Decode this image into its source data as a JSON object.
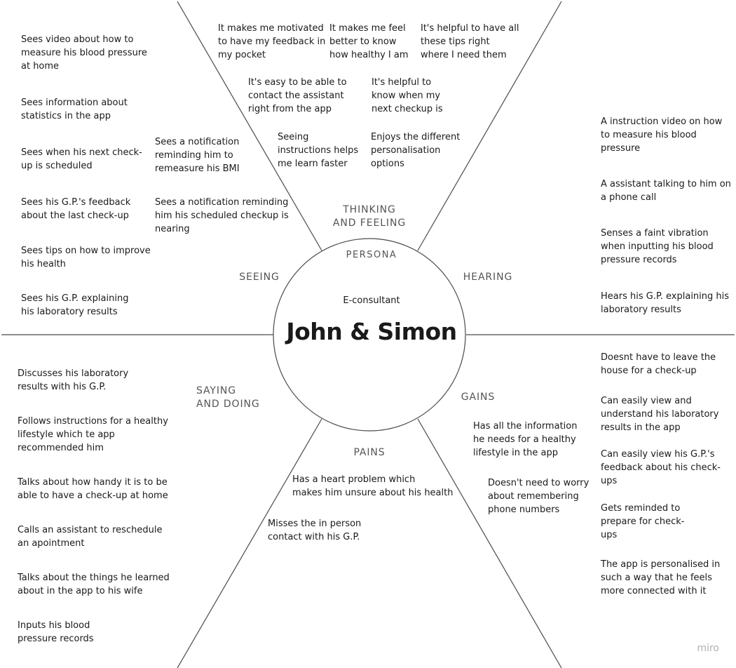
{
  "persona": {
    "label": "PERSONA",
    "role": "E-consultant",
    "name": "John & Simon"
  },
  "sections": {
    "thinking_feeling": "THINKING\nAND FEELING",
    "seeing": "SEEING",
    "hearing": "HEARING",
    "saying_doing": "SAYING\nAND DOING",
    "gains": "GAINS",
    "pains": "PAINS"
  },
  "notes": {
    "seeing": [
      "Sees video about how to\nmeasure his blood pressure\nat home",
      "Sees information about\nstatistics in the app",
      "Sees when his next check-\nup is scheduled",
      "Sees his G.P.'s feedback\nabout the last check-up",
      "Sees tips on how to improve\nhis health",
      "Sees his G.P. explaining\nhis laboratory results",
      "Sees a notification\nreminding him to\nremeasure his BMI",
      "Sees a notification reminding\nhim his scheduled checkup is\nnearing"
    ],
    "thinking": [
      "It makes me motivated\nto have my feedback in\nmy pocket",
      "It makes me feel\nbetter to know\nhow healthy I am",
      "It's helpful to have all\nthese tips right\nwhere I need them",
      "It's easy to be able to\ncontact the assistant\nright from the app",
      "It's helpful to\nknow when my\nnext checkup is",
      "Seeing\ninstructions helps\nme learn faster",
      "Enjoys the different\npersonalisation\noptions"
    ],
    "hearing": [
      "A instruction video on how\nto measure his blood\npressure",
      "A assistant talking to him on\na phone call",
      "Senses a faint vibration\nwhen inputting his blood\npressure records",
      "Hears his G.P. explaining his\nlaboratory results"
    ],
    "saying": [
      "Discusses his laboratory\nresults with his G.P.",
      "Follows instructions for a healthy\nlifestyle which te app\nrecommended him",
      "Talks about how handy it is to be\nable to have a check-up at home",
      "Calls an assistant to reschedule\nan apointment",
      "Talks about the things he learned\nabout in the app to his wife",
      "Inputs his blood\npressure records"
    ],
    "pains": [
      "Has a heart problem which\nmakes him unsure about his health",
      "Misses the in person\ncontact with his G.P."
    ],
    "gains": [
      "Has all the information\nhe needs for a healthy\nlifestyle in the app",
      "Doesn't need to worry\nabout remembering\nphone numbers",
      "Doesnt have to leave the\nhouse for a check-up",
      "Can easily view and\nunderstand his laboratory\nresults in the app",
      "Can easily view his G.P.'s\nfeedback about his check-\nups",
      "Gets reminded to\nprepare for check-\nups",
      "The app is personalised in\nsuch a way that he feels\nmore connected with it"
    ]
  },
  "watermark": "miro"
}
